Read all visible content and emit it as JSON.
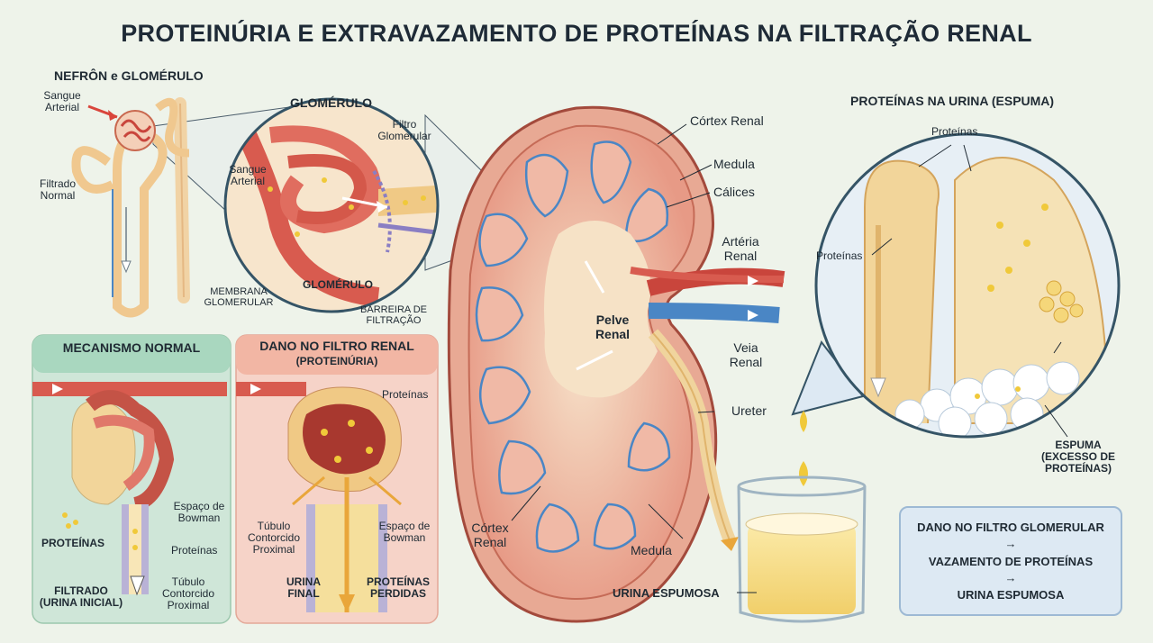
{
  "title": "PROTEINÚRIA E EXTRAVAZAMENTO DE PROTEÍNAS NA FILTRAÇÃO RENAL",
  "nephron": {
    "heading": "NEFRÔN e GLOMÉRULO",
    "sangue_arterial": "Sangue Arterial",
    "filtrado_normal": "Filtrado Normal"
  },
  "glomerulus_zoom": {
    "heading": "GLOMÉRULO",
    "filtro": "Filtro Glomerular",
    "sangue_arterial": "Sangue Arterial",
    "bottom_label": "GLOMÉRULO",
    "membrana": "MEMBRANA GLOMERULAR",
    "barreira": "BARREIRA DE FILTRAÇÃO"
  },
  "kidney": {
    "cortex_top": "Córtex Renal",
    "medula_top": "Medula",
    "calices": "Cálices",
    "arteria": "Artéria Renal",
    "pelve": "Pelve Renal",
    "veia": "Veia Renal",
    "ureter": "Ureter",
    "cortex_bottom": "Córtex Renal",
    "medula_bottom": "Medula"
  },
  "urine_zoom": {
    "heading": "PROTEÍNAS NA URINA (ESPUMA)",
    "proteinas_top": "Proteínas",
    "proteinas_left": "Proteínas",
    "espuma": "ESPUMA (EXCESSO DE PROTEÍNAS)"
  },
  "beaker": {
    "label": "URINA ESPUMOSA"
  },
  "normal_panel": {
    "heading": "MECANISMO NORMAL",
    "espaco": "Espaço de Bowman",
    "proteinas_left": "PROTEÍNAS",
    "proteinas_right": "Proteínas",
    "filtrado": "FILTRADO (URINA INICIAL)",
    "tubulo": "Túbulo Contorcido Proximal"
  },
  "damage_panel": {
    "heading": "DANO NO FILTRO RENAL",
    "subheading": "(PROTEINÚRIA)",
    "proteinas": "Proteínas",
    "tubulo": "Túbulo Contorcido Proximal",
    "espaco": "Espaço de Bowman",
    "urina": "URINA FINAL",
    "perdidas": "PROTEÍNAS PERDIDAS"
  },
  "flow": {
    "step1": "DANO NO FILTRO GLOMERULAR",
    "arrow1": "→",
    "step2": "VAZAMENTO DE PROTEÍNAS",
    "arrow2": "→",
    "step3": "URINA ESPUMOSA"
  },
  "colors": {
    "background": "#eef3ea",
    "vessel_red": "#d9534f",
    "vessel_blue": "#4a86c5",
    "tubule_yellow": "#f2d59a",
    "protein_yellow": "#f0c93a",
    "normal_panel": "#cfe6d8",
    "damage_panel": "#f6d3c8",
    "flow_box": "#dde9f3"
  }
}
